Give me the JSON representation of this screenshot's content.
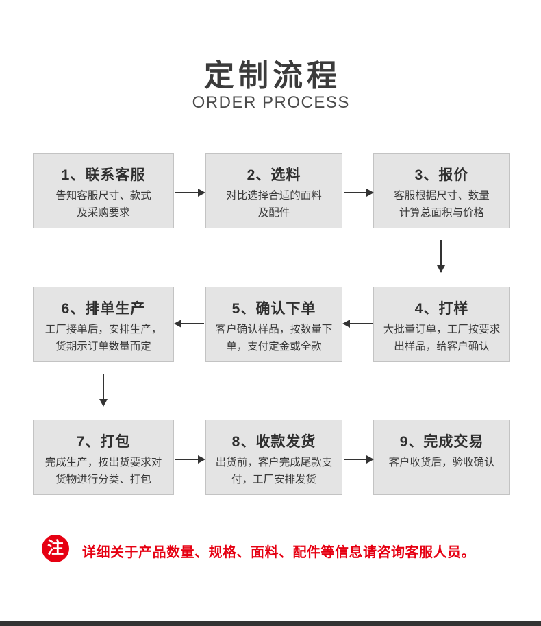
{
  "header": {
    "title": "定制流程",
    "subtitle": "ORDER PROCESS"
  },
  "steps": [
    {
      "title": "1、联系客服",
      "lines": [
        "告知客服尺寸、款式",
        "及采购要求"
      ]
    },
    {
      "title": "2、选料",
      "lines": [
        "对比选择合适的面料",
        "及配件"
      ]
    },
    {
      "title": "3、报价",
      "lines": [
        "客服根据尺寸、数量",
        "计算总面积与价格"
      ]
    },
    {
      "title": "4、打样",
      "lines": [
        "大批量订单，工厂按要求",
        "出样品，给客户确认"
      ]
    },
    {
      "title": "5、确认下单",
      "lines": [
        "客户确认样品，按数量下",
        "单，支付定金或全款"
      ]
    },
    {
      "title": "6、排单生产",
      "lines": [
        "工厂接单后，安排生产，",
        "货期示订单数量而定"
      ]
    },
    {
      "title": "7、打包",
      "lines": [
        "完成生产，按出货要求对",
        "货物进行分类、打包"
      ]
    },
    {
      "title": "8、收款发货",
      "lines": [
        "出货前，客户完成尾款支",
        "付，工厂安排发货"
      ]
    },
    {
      "title": "9、完成交易",
      "lines": [
        "客户收货后，验收确认"
      ]
    }
  ],
  "note": {
    "badge": "注",
    "text": "详细关于产品数量、规格、面料、配件等信息请咨询客服人员。"
  },
  "colors": {
    "box_bg": "#e4e4e4",
    "box_border": "#c3c3c3",
    "arrow": "#333333",
    "note_red": "#e60012",
    "title_text": "#3b3b3b"
  }
}
